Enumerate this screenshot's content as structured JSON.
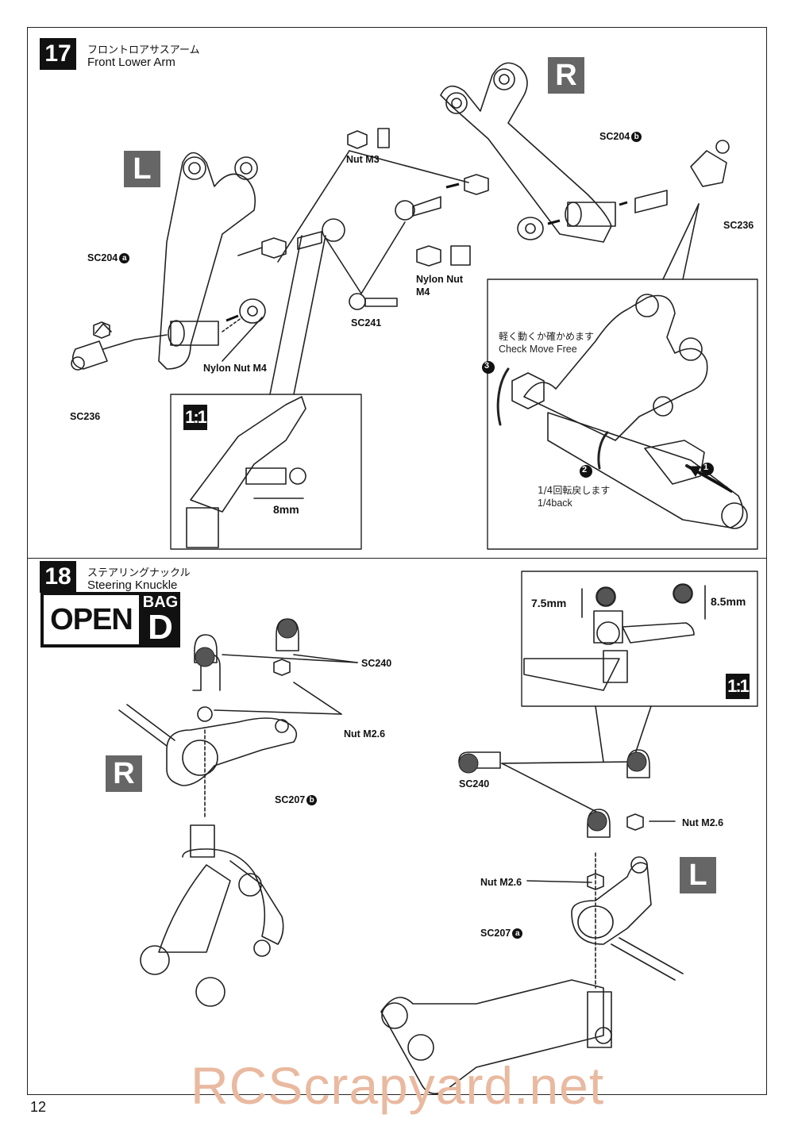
{
  "step17": {
    "number": "17",
    "title_jp": "フロントロアサスアーム",
    "title_en": "Front Lower Arm",
    "left_tag": "L",
    "right_tag": "R",
    "labels": {
      "nut_m3": "Nut M3",
      "sc204": "SC204",
      "sc204_a": "a",
      "sc204_b": "b",
      "sc236_right": "SC236",
      "sc236_left": "SC236",
      "nylon_nut_m4_a": "Nylon Nut",
      "nylon_nut_m4_b": "M4",
      "nylon_nut_m4_left": "Nylon Nut M4",
      "sc241": "SC241"
    },
    "inset_scale": "1:1",
    "inset_dimension": "8mm",
    "check_jp": "軽く動くか確かめます",
    "check_en": "Check Move Free",
    "back_jp": "1/4回転戻します",
    "back_en": "1/4back",
    "step_marks": [
      "1",
      "2",
      "3"
    ]
  },
  "step18": {
    "number": "18",
    "title_jp": "ステアリングナックル",
    "title_en": "Steering Knuckle",
    "open_label": "OPEN",
    "bag_label": "BAG",
    "bag_letter": "D",
    "right_tag": "R",
    "left_tag": "L",
    "labels": {
      "sc240_top": "SC240",
      "nut_m26_right": "Nut M2.6",
      "sc207": "SC207",
      "sc207_b": "b",
      "sc207_a": "a",
      "sc240_left": "SC240",
      "nut_m26_a": "Nut M2.6",
      "nut_m26_b": "Nut M2.6"
    },
    "inset_scale": "1:1",
    "dim_left": "7.5mm",
    "dim_right": "8.5mm"
  },
  "page_number": "12",
  "watermark": "RCScrapyard.net"
}
